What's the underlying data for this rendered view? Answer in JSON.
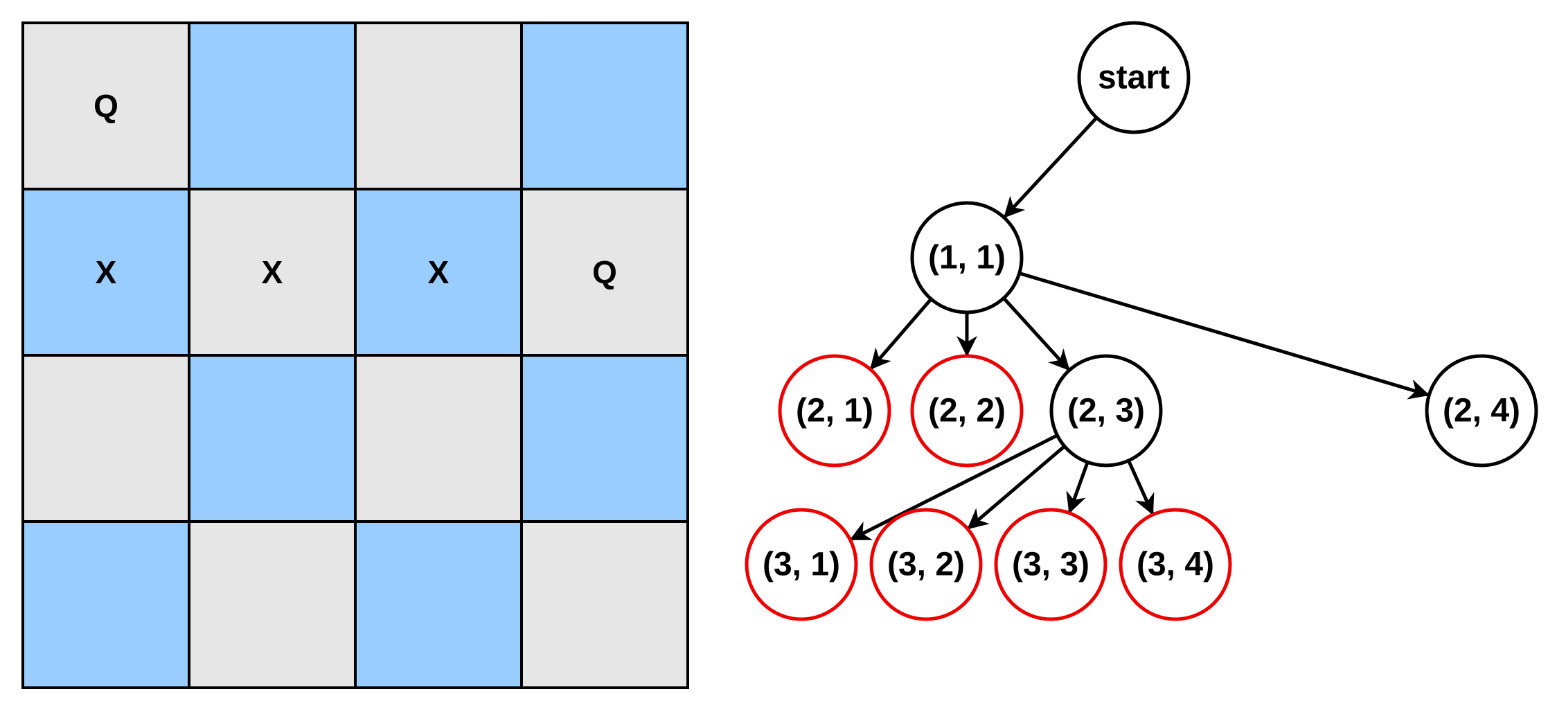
{
  "colors": {
    "light_cell": "#e6e6e6",
    "blue_cell": "#99ccff",
    "grid_line": "#000000",
    "node_default_stroke": "#000000",
    "node_pruned_stroke": "#ee0000",
    "edge": "#000000",
    "background": "#ffffff"
  },
  "board": {
    "rows": 4,
    "cols": 4,
    "cells": [
      [
        "",
        "",
        "",
        ""
      ],
      [
        "X",
        "X",
        "X",
        "Q"
      ],
      [
        "",
        "",
        "",
        ""
      ],
      [
        "",
        "",
        "",
        ""
      ]
    ],
    "first_row_cells": [
      "Q",
      "",
      "",
      ""
    ]
  },
  "tree": {
    "nodes": [
      {
        "id": "start",
        "label": "start",
        "status": "default"
      },
      {
        "id": "n11",
        "label": "(1, 1)",
        "status": "default"
      },
      {
        "id": "n21",
        "label": "(2, 1)",
        "status": "pruned"
      },
      {
        "id": "n22",
        "label": "(2, 2)",
        "status": "pruned"
      },
      {
        "id": "n23",
        "label": "(2, 3)",
        "status": "default"
      },
      {
        "id": "n24",
        "label": "(2, 4)",
        "status": "default"
      },
      {
        "id": "n31",
        "label": "(3, 1)",
        "status": "pruned"
      },
      {
        "id": "n32",
        "label": "(3, 2)",
        "status": "pruned"
      },
      {
        "id": "n33",
        "label": "(3, 3)",
        "status": "pruned"
      },
      {
        "id": "n34",
        "label": "(3, 4)",
        "status": "pruned"
      }
    ],
    "edges": [
      {
        "from": "start",
        "to": "n11"
      },
      {
        "from": "n11",
        "to": "n21"
      },
      {
        "from": "n11",
        "to": "n22"
      },
      {
        "from": "n11",
        "to": "n23"
      },
      {
        "from": "n11",
        "to": "n24"
      },
      {
        "from": "n23",
        "to": "n31"
      },
      {
        "from": "n23",
        "to": "n32"
      },
      {
        "from": "n23",
        "to": "n33"
      },
      {
        "from": "n23",
        "to": "n34"
      }
    ]
  }
}
